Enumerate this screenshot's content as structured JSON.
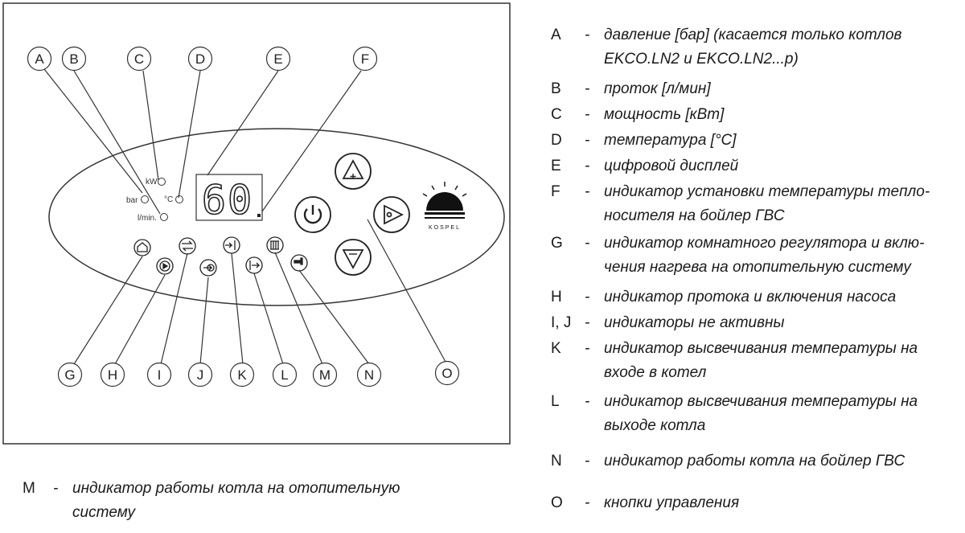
{
  "panel": {
    "callouts": {
      "A": "A",
      "B": "B",
      "C": "C",
      "D": "D",
      "E": "E",
      "F": "F",
      "G": "G",
      "H": "H",
      "I": "I",
      "J": "J",
      "K": "K",
      "L": "L",
      "M": "M",
      "N": "N",
      "O": "O"
    },
    "indicators": {
      "kw": "kW",
      "bar": "bar",
      "celsius": "°C",
      "flow": "l/min."
    },
    "display_value": "60",
    "brand": "KOSPEL"
  },
  "legend": [
    {
      "key": "A",
      "dash": "-",
      "lines": [
        "давление [бар] (касается только котлов",
        "EKCO.LN2 и EKCO.LN2...р)"
      ]
    },
    {
      "key": "B",
      "dash": "-",
      "lines": [
        "проток [л/мин]"
      ]
    },
    {
      "key": "C",
      "dash": "-",
      "lines": [
        "мощность [кВт]"
      ]
    },
    {
      "key": "D",
      "dash": "-",
      "lines": [
        "температура [°C]"
      ]
    },
    {
      "key": "E",
      "dash": "-",
      "lines": [
        "цифровой дисплей"
      ]
    },
    {
      "key": "F",
      "dash": "-",
      "lines": [
        "индикатор установки температуры тепло-",
        "носителя на бойлер ГВС"
      ]
    },
    {
      "key": "G",
      "dash": "-",
      "lines": [
        "индикатор комнатного регулятора и вклю-",
        "чения нагрева на отопительную систему"
      ]
    },
    {
      "key": "H",
      "dash": "-",
      "lines": [
        "индикатор протока и включения насоса"
      ]
    },
    {
      "key": "I, J",
      "dash": "-",
      "lines": [
        "индикаторы не активны"
      ]
    },
    {
      "key": "K",
      "dash": "-",
      "lines": [
        "индикатор высвечивания температуры на",
        "входе в котел"
      ]
    },
    {
      "key": "L",
      "dash": "-",
      "lines": [
        "индикатор высвечивания температуры на",
        "выходе котла"
      ]
    },
    {
      "key": "N",
      "dash": "-",
      "lines": [
        "индикатор работы котла на бойлер ГВС"
      ]
    },
    {
      "key": "O",
      "dash": "-",
      "lines": [
        "кнопки управления"
      ]
    }
  ],
  "footnote": {
    "key": "M",
    "dash": "-",
    "lines": [
      "индикатор работы котла на отопительную",
      "систему"
    ]
  },
  "icons": {
    "up": "arrow-up-plus-icon",
    "power": "power-icon",
    "right": "play-arrow-icon",
    "down": "arrow-down-minus-icon",
    "sun": "sunrise-logo-icon",
    "G": "house-icon",
    "H": "pump-play-icon",
    "I": "swap-arrows-icon",
    "J": "flow-icon",
    "K": "inlet-icon",
    "L": "outlet-icon",
    "M": "radiator-icon",
    "N": "tap-icon"
  }
}
